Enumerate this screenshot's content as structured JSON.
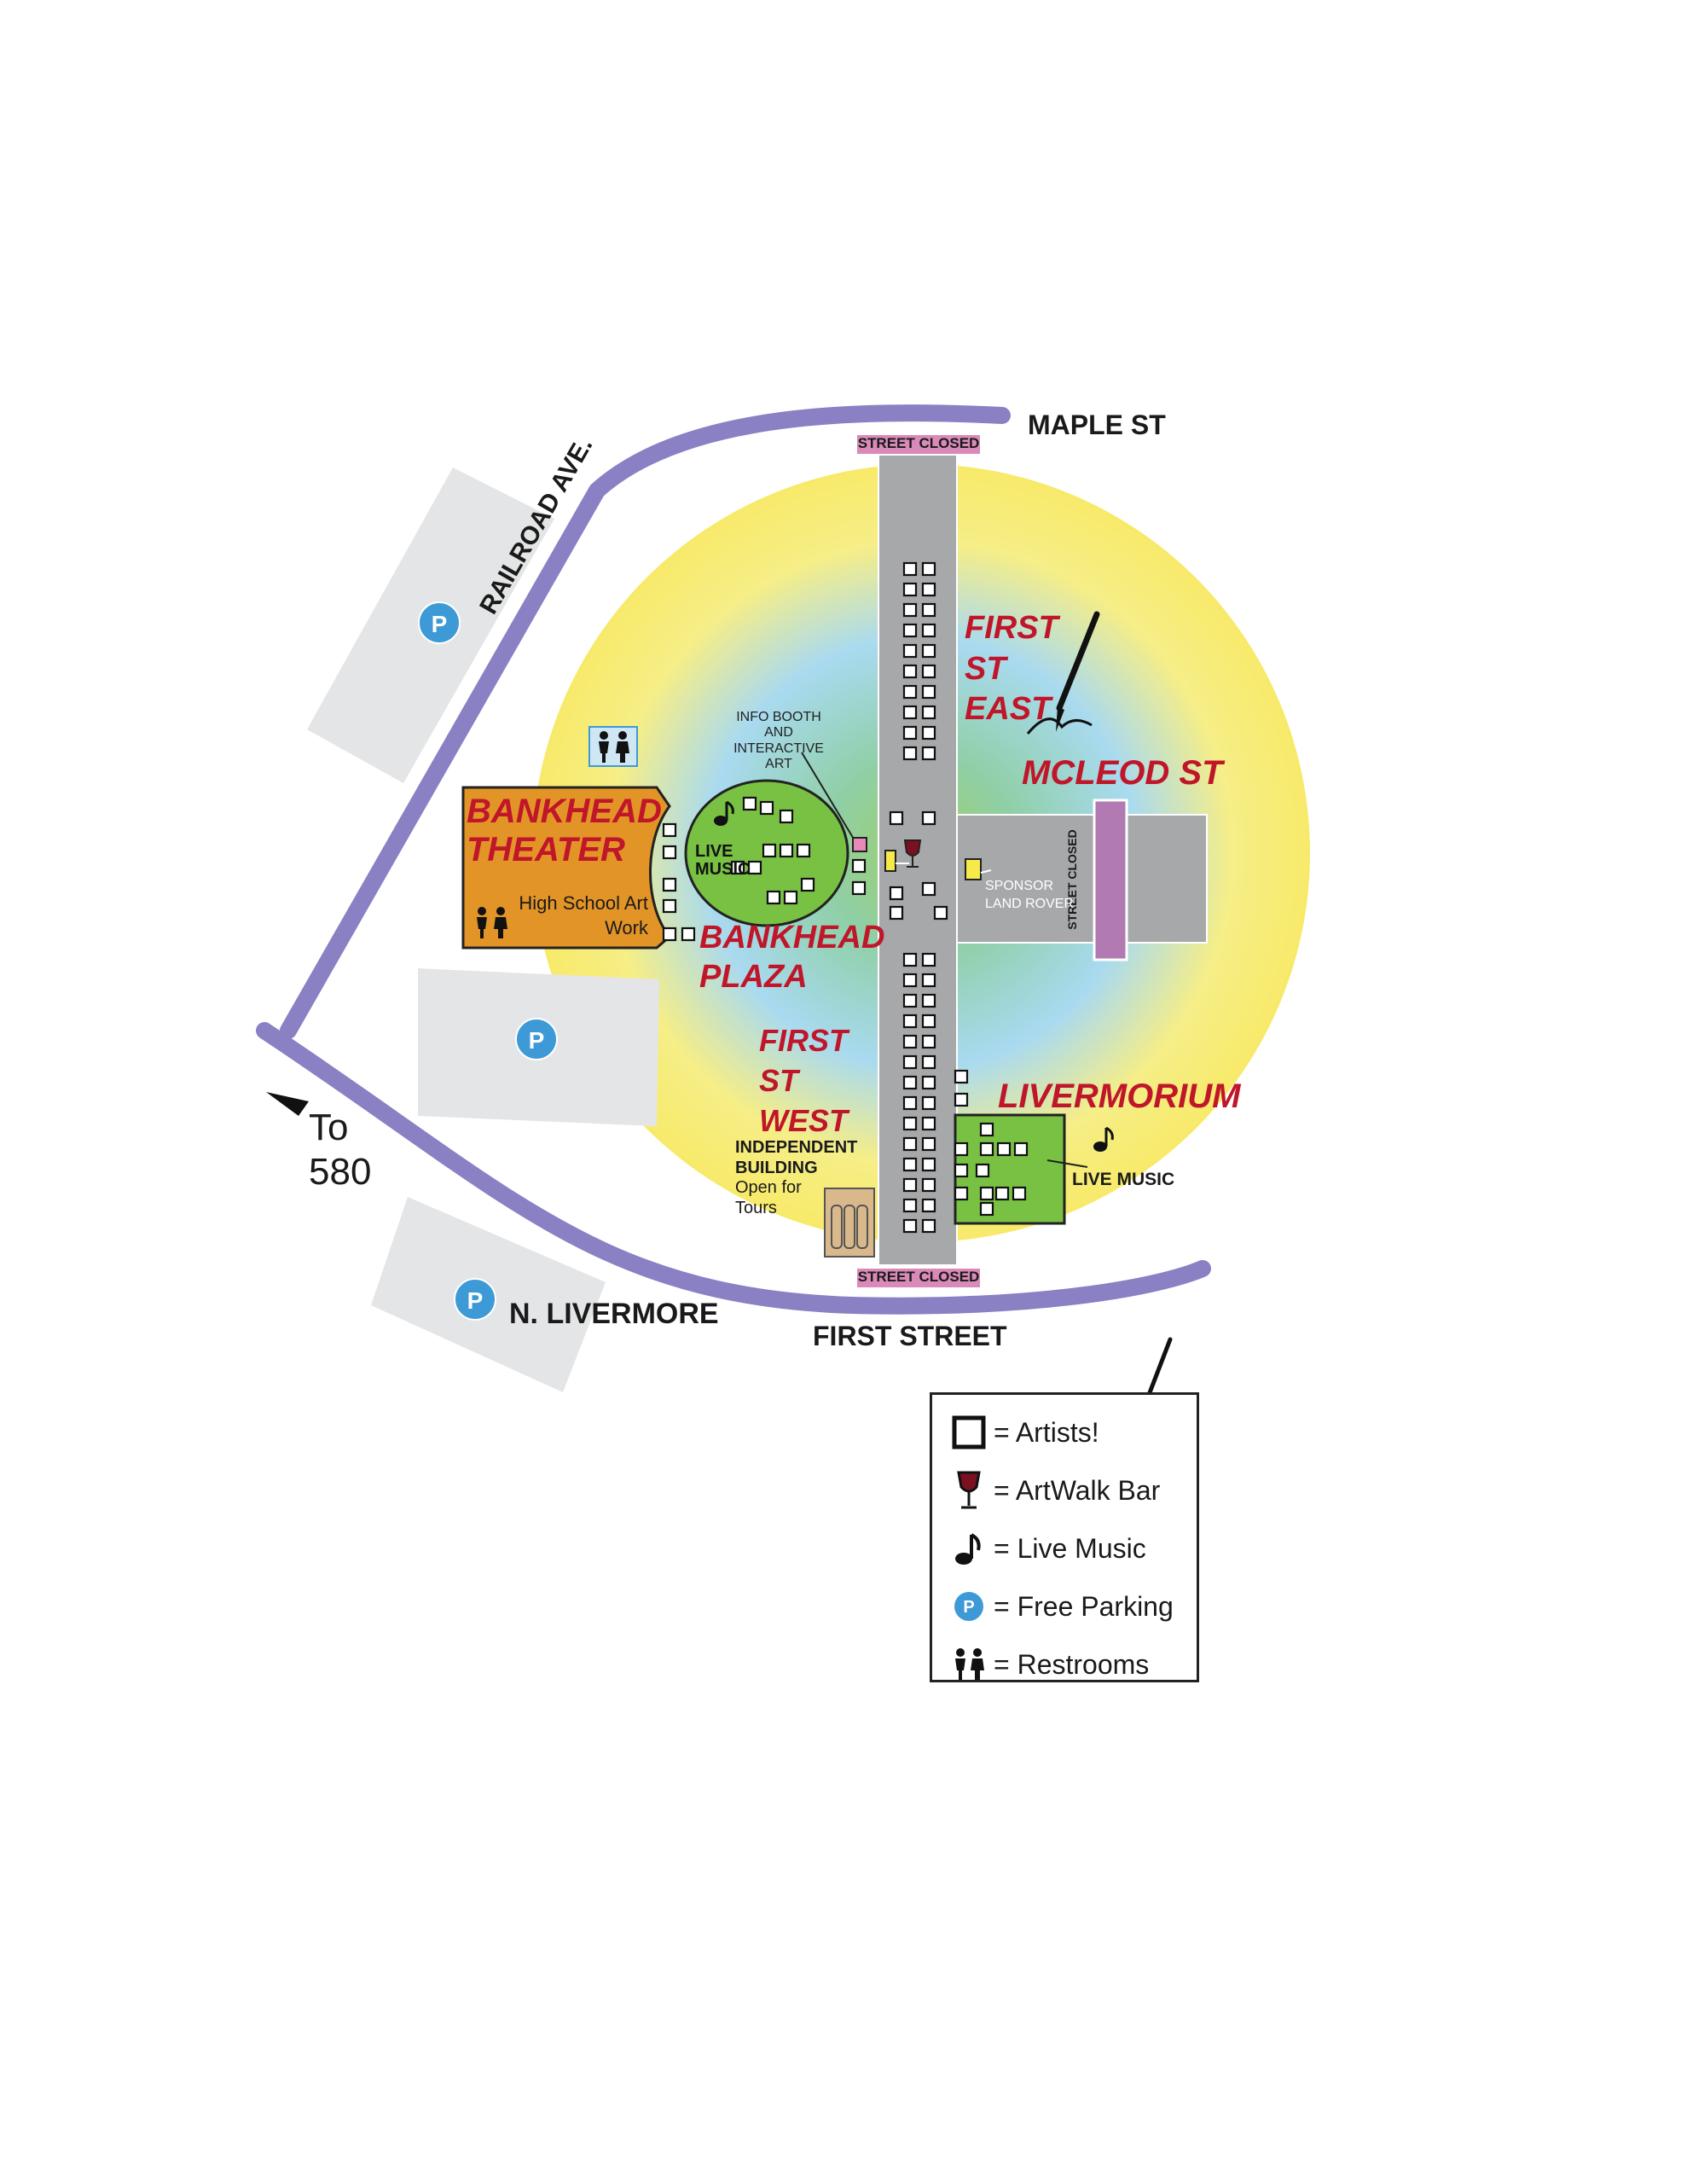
{
  "streets": {
    "maple": "MAPLE ST",
    "railroad": "RAILROAD AVE.",
    "first_street": "FIRST STREET",
    "n_livermore": "N. LIVERMORE",
    "to_580_line1": "To",
    "to_580_line2": "580"
  },
  "street_closed": "STREET CLOSED",
  "areas": {
    "first_st_east": "FIRST ST EAST",
    "mcleod_st": "MCLEOD ST",
    "bankhead_theater": "BANKHEAD THEATER",
    "bankhead_plaza": "BANKHEAD PLAZA",
    "first_st_west": "FIRST ST WEST",
    "livermorium": "LIVERMORIUM"
  },
  "notes": {
    "info_booth": "INFO BOOTH AND INTERACTIVE ART",
    "live_music": "LIVE MUSIC",
    "high_school": "High School Art Work",
    "sponsor": "SPONSOR LAND ROVER",
    "independent_title": "INDEPENDENT BUILDING",
    "independent_sub": "Open for Tours",
    "livermorium_music": "LIVE MUSIC"
  },
  "parking_symbol": "P",
  "legend": {
    "items": [
      {
        "icon": "artist-square-icon",
        "label": "= Artists!"
      },
      {
        "icon": "wine-glass-icon",
        "label": "= ArtWalk Bar"
      },
      {
        "icon": "music-note-icon",
        "label": "= Live Music"
      },
      {
        "icon": "parking-icon",
        "label": "= Free Parking"
      },
      {
        "icon": "restroom-icon",
        "label": "= Restrooms"
      }
    ]
  },
  "colors": {
    "road": "#8a80c4",
    "street": "#a7a8aa",
    "parking_lot": "#e4e5e6",
    "theater": "#e39427",
    "green": "#79c143",
    "red_text": "#c0162a",
    "closed_bg": "#d98ab8",
    "parking_blue": "#3d9ad6",
    "yellow": "#f6e94a"
  }
}
